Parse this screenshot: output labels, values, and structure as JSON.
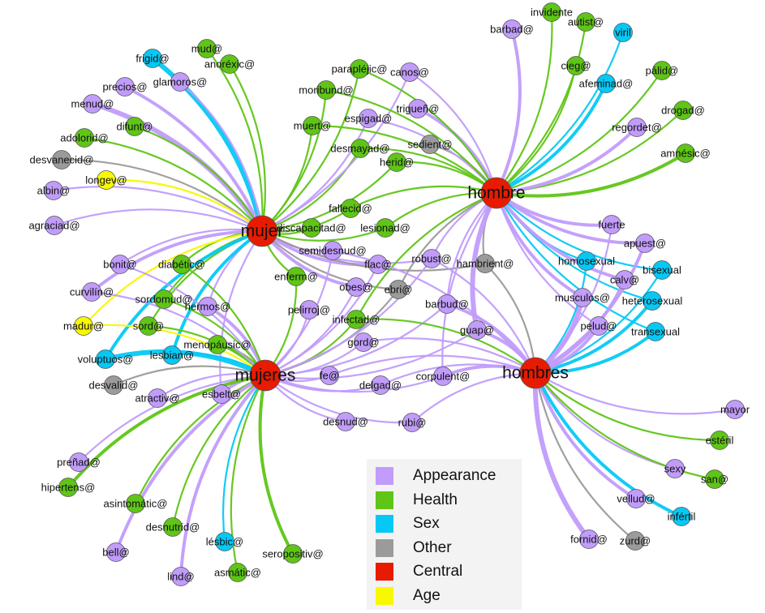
{
  "colors": {
    "Appearance": "#c19cfb",
    "Health": "#5fc516",
    "Sex": "#05c9f4",
    "Other": "#9b9b9b",
    "Central": "#e81b00",
    "Age": "#f8f800"
  },
  "legend": [
    {
      "label": "Appearance",
      "category": "Appearance"
    },
    {
      "label": "Health",
      "category": "Health"
    },
    {
      "label": "Sex",
      "category": "Sex"
    },
    {
      "label": "Other",
      "category": "Other"
    },
    {
      "label": "Central",
      "category": "Central"
    },
    {
      "label": "Age",
      "category": "Age"
    }
  ],
  "nodes": [
    {
      "id": "mujer",
      "category": "Central"
    },
    {
      "id": "hombre",
      "category": "Central"
    },
    {
      "id": "mujeres",
      "category": "Central"
    },
    {
      "id": "hombres",
      "category": "Central"
    },
    {
      "id": "frigid@",
      "category": "Sex"
    },
    {
      "id": "mud@",
      "category": "Health"
    },
    {
      "id": "anoréxic@",
      "category": "Health"
    },
    {
      "id": "glamoros@",
      "category": "Appearance"
    },
    {
      "id": "precios@",
      "category": "Appearance"
    },
    {
      "id": "menud@",
      "category": "Appearance"
    },
    {
      "id": "difunt@",
      "category": "Health"
    },
    {
      "id": "adolorid@",
      "category": "Health"
    },
    {
      "id": "desvanecid@",
      "category": "Other"
    },
    {
      "id": "longev@",
      "category": "Age"
    },
    {
      "id": "albin@",
      "category": "Appearance"
    },
    {
      "id": "agraciad@",
      "category": "Appearance"
    },
    {
      "id": "bonit@",
      "category": "Appearance"
    },
    {
      "id": "diabétic@",
      "category": "Health"
    },
    {
      "id": "curvilín@",
      "category": "Appearance"
    },
    {
      "id": "sordomud@",
      "category": "Health"
    },
    {
      "id": "hermos@",
      "category": "Appearance"
    },
    {
      "id": "madur@",
      "category": "Age"
    },
    {
      "id": "sord@",
      "category": "Health"
    },
    {
      "id": "menopáusic@",
      "category": "Health"
    },
    {
      "id": "lesbian@",
      "category": "Sex"
    },
    {
      "id": "voluptuos@",
      "category": "Sex"
    },
    {
      "id": "desvalid@",
      "category": "Other"
    },
    {
      "id": "atractiv@",
      "category": "Appearance"
    },
    {
      "id": "esbelt@",
      "category": "Appearance"
    },
    {
      "id": "preñad@",
      "category": "Appearance"
    },
    {
      "id": "hipertens@",
      "category": "Health"
    },
    {
      "id": "asintomátic@",
      "category": "Health"
    },
    {
      "id": "desnutrid@",
      "category": "Health"
    },
    {
      "id": "lésbic@",
      "category": "Sex"
    },
    {
      "id": "bell@",
      "category": "Appearance"
    },
    {
      "id": "seropositiv@",
      "category": "Health"
    },
    {
      "id": "asmátic@",
      "category": "Health"
    },
    {
      "id": "lind@",
      "category": "Appearance"
    },
    {
      "id": "parapléjic@",
      "category": "Health"
    },
    {
      "id": "canos@",
      "category": "Appearance"
    },
    {
      "id": "moribund@",
      "category": "Health"
    },
    {
      "id": "espigad@",
      "category": "Appearance"
    },
    {
      "id": "trigueñ@",
      "category": "Appearance"
    },
    {
      "id": "muert@",
      "category": "Health"
    },
    {
      "id": "desmayad@",
      "category": "Health"
    },
    {
      "id": "sedient@",
      "category": "Other"
    },
    {
      "id": "herid@",
      "category": "Health"
    },
    {
      "id": "fallecid@",
      "category": "Health"
    },
    {
      "id": "discapacitad@",
      "category": "Health"
    },
    {
      "id": "lesionad@",
      "category": "Health"
    },
    {
      "id": "semidesnud@",
      "category": "Appearance"
    },
    {
      "id": "flac@",
      "category": "Appearance"
    },
    {
      "id": "robust@",
      "category": "Appearance"
    },
    {
      "id": "hambrient@",
      "category": "Other"
    },
    {
      "id": "enferm@",
      "category": "Health"
    },
    {
      "id": "obes@",
      "category": "Appearance"
    },
    {
      "id": "ebri@",
      "category": "Other"
    },
    {
      "id": "pelirroj@",
      "category": "Appearance"
    },
    {
      "id": "barbud@",
      "category": "Appearance"
    },
    {
      "id": "infectad@",
      "category": "Health"
    },
    {
      "id": "guap@",
      "category": "Appearance"
    },
    {
      "id": "gord@",
      "category": "Appearance"
    },
    {
      "id": "fe@",
      "category": "Appearance"
    },
    {
      "id": "corpulent@",
      "category": "Appearance"
    },
    {
      "id": "delgad@",
      "category": "Appearance"
    },
    {
      "id": "desnud@",
      "category": "Appearance"
    },
    {
      "id": "rubi@",
      "category": "Appearance"
    },
    {
      "id": "barbad@",
      "category": "Appearance"
    },
    {
      "id": "invidente",
      "category": "Health"
    },
    {
      "id": "autist@",
      "category": "Health"
    },
    {
      "id": "viril",
      "category": "Sex"
    },
    {
      "id": "cieg@",
      "category": "Health"
    },
    {
      "id": "pálid@",
      "category": "Health"
    },
    {
      "id": "afeminad@",
      "category": "Sex"
    },
    {
      "id": "drogad@",
      "category": "Health"
    },
    {
      "id": "regordet@",
      "category": "Appearance"
    },
    {
      "id": "amnésic@",
      "category": "Health"
    },
    {
      "id": "fuerte",
      "category": "Appearance"
    },
    {
      "id": "apuest@",
      "category": "Appearance"
    },
    {
      "id": "homosexual",
      "category": "Sex"
    },
    {
      "id": "bisexual",
      "category": "Sex"
    },
    {
      "id": "calv@",
      "category": "Appearance"
    },
    {
      "id": "musculos@",
      "category": "Appearance"
    },
    {
      "id": "heterosexual",
      "category": "Sex"
    },
    {
      "id": "pelud@",
      "category": "Appearance"
    },
    {
      "id": "transexual",
      "category": "Sex"
    },
    {
      "id": "mayor",
      "category": "Appearance"
    },
    {
      "id": "estéril",
      "category": "Health"
    },
    {
      "id": "sexy",
      "category": "Appearance"
    },
    {
      "id": "san@",
      "category": "Health"
    },
    {
      "id": "vellud@",
      "category": "Appearance"
    },
    {
      "id": "infértil",
      "category": "Sex"
    },
    {
      "id": "fornid@",
      "category": "Appearance"
    },
    {
      "id": "zurd@",
      "category": "Other"
    }
  ],
  "edges": [
    [
      "mujer",
      "frigid@",
      3
    ],
    [
      "mujer",
      "mud@",
      1
    ],
    [
      "mujer",
      "anoréxic@",
      1
    ],
    [
      "mujer",
      "glamoros@",
      1
    ],
    [
      "mujer",
      "precios@",
      2
    ],
    [
      "mujer",
      "menud@",
      3
    ],
    [
      "mujer",
      "difunt@",
      1
    ],
    [
      "mujer",
      "adolorid@",
      1
    ],
    [
      "mujer",
      "desvanecid@",
      1
    ],
    [
      "mujer",
      "longev@",
      1
    ],
    [
      "mujer",
      "albin@",
      1
    ],
    [
      "mujer",
      "agraciad@",
      1
    ],
    [
      "mujer",
      "bonit@",
      1
    ],
    [
      "mujer",
      "diabétic@",
      1
    ],
    [
      "mujer",
      "curvilín@",
      2
    ],
    [
      "mujer",
      "sordomud@",
      1
    ],
    [
      "mujer",
      "hermos@",
      1
    ],
    [
      "mujer",
      "madur@",
      1
    ],
    [
      "mujer",
      "moribund@",
      1
    ],
    [
      "mujer",
      "muert@",
      1
    ],
    [
      "mujer",
      "parapléjic@",
      1
    ],
    [
      "mujer",
      "desmayad@",
      1
    ],
    [
      "mujer",
      "herid@",
      1
    ],
    [
      "mujer",
      "fallecid@",
      1
    ],
    [
      "mujer",
      "discapacitad@",
      1
    ],
    [
      "mujer",
      "lesionad@",
      1
    ],
    [
      "mujer",
      "semidesnud@",
      1
    ],
    [
      "mujer",
      "enferm@",
      1
    ],
    [
      "mujer",
      "obes@",
      2
    ],
    [
      "mujer",
      "flac@",
      2
    ],
    [
      "mujer",
      "robust@",
      1
    ],
    [
      "mujer",
      "ebri@",
      1
    ],
    [
      "mujer",
      "hambrient@",
      1
    ],
    [
      "mujer",
      "esbelt@",
      1
    ],
    [
      "mujer",
      "sord@",
      1
    ],
    [
      "mujer",
      "lesbian@",
      2
    ],
    [
      "mujer",
      "voluptuos@",
      2
    ],
    [
      "mujer",
      "espigad@",
      1
    ],
    [
      "mujer",
      "canos@",
      1
    ],
    [
      "mujeres",
      "hermos@",
      2
    ],
    [
      "mujeres",
      "madur@",
      1
    ],
    [
      "mujeres",
      "sord@",
      1
    ],
    [
      "mujeres",
      "menopáusic@",
      2
    ],
    [
      "mujeres",
      "lesbian@",
      1
    ],
    [
      "mujeres",
      "voluptuos@",
      3
    ],
    [
      "mujeres",
      "desvalid@",
      1
    ],
    [
      "mujeres",
      "atractiv@",
      1
    ],
    [
      "mujeres",
      "esbelt@",
      2
    ],
    [
      "mujeres",
      "preñad@",
      1
    ],
    [
      "mujeres",
      "hipertens@",
      2
    ],
    [
      "mujeres",
      "asintomátic@",
      1
    ],
    [
      "mujeres",
      "desnutrid@",
      1
    ],
    [
      "mujeres",
      "lésbic@",
      1
    ],
    [
      "mujeres",
      "bell@",
      2
    ],
    [
      "mujeres",
      "seropositiv@",
      2
    ],
    [
      "mujeres",
      "asmátic@",
      1
    ],
    [
      "mujeres",
      "lind@",
      2
    ],
    [
      "mujeres",
      "curvilín@",
      1
    ],
    [
      "mujeres",
      "bonit@",
      1
    ],
    [
      "mujeres",
      "sordomud@",
      1
    ],
    [
      "mujeres",
      "diabétic@",
      1
    ],
    [
      "mujeres",
      "fe@",
      1
    ],
    [
      "mujeres",
      "delgad@",
      1
    ],
    [
      "mujeres",
      "desnud@",
      1
    ],
    [
      "mujeres",
      "rubi@",
      1
    ],
    [
      "mujeres",
      "gord@",
      1
    ],
    [
      "mujeres",
      "corpulent@",
      1
    ],
    [
      "mujeres",
      "guap@",
      1
    ],
    [
      "mujeres",
      "pelirroj@",
      1
    ],
    [
      "mujeres",
      "infectad@",
      1
    ],
    [
      "mujeres",
      "enferm@",
      1
    ],
    [
      "mujeres",
      "obes@",
      1
    ],
    [
      "mujeres",
      "flac@",
      1
    ],
    [
      "mujeres",
      "semidesnud@",
      1
    ],
    [
      "mujeres",
      "ebri@",
      1
    ],
    [
      "mujeres",
      "barbud@",
      1
    ],
    [
      "mujeres",
      "robust@",
      1
    ],
    [
      "hombre",
      "barbad@",
      2
    ],
    [
      "hombre",
      "invidente",
      1
    ],
    [
      "hombre",
      "autist@",
      1
    ],
    [
      "hombre",
      "viril",
      1
    ],
    [
      "hombre",
      "cieg@",
      1
    ],
    [
      "hombre",
      "afeminad@",
      2
    ],
    [
      "hombre",
      "pálid@",
      1
    ],
    [
      "hombre",
      "drogad@",
      1
    ],
    [
      "hombre",
      "regordet@",
      2
    ],
    [
      "hombre",
      "amnésic@",
      2
    ],
    [
      "hombre",
      "trigueñ@",
      2
    ],
    [
      "hombre",
      "canos@",
      1
    ],
    [
      "hombre",
      "sedient@",
      1
    ],
    [
      "hombre",
      "espigad@",
      1
    ],
    [
      "hombre",
      "herid@",
      1
    ],
    [
      "hombre",
      "desmayad@",
      1
    ],
    [
      "hombre",
      "muert@",
      1
    ],
    [
      "hombre",
      "moribund@",
      1
    ],
    [
      "hombre",
      "parapléjic@",
      1
    ],
    [
      "hombre",
      "fallecid@",
      1
    ],
    [
      "hombre",
      "lesionad@",
      1
    ],
    [
      "hombre",
      "fuerte",
      2
    ],
    [
      "hombre",
      "apuest@",
      2
    ],
    [
      "hombre",
      "homosexual",
      1
    ],
    [
      "hombre",
      "bisexual",
      1
    ],
    [
      "hombre",
      "heterosexual",
      1
    ],
    [
      "hombre",
      "transexual",
      1
    ],
    [
      "hombre",
      "calv@",
      2
    ],
    [
      "hombre",
      "musculos@",
      2
    ],
    [
      "hombre",
      "hambrient@",
      1
    ],
    [
      "hombre",
      "robust@",
      1
    ],
    [
      "hombre",
      "guap@",
      3
    ],
    [
      "hombre",
      "barbud@",
      1
    ],
    [
      "hombre",
      "ebri@",
      1
    ],
    [
      "hombre",
      "corpulent@",
      1
    ],
    [
      "hombre",
      "infectad@",
      1
    ],
    [
      "hombre",
      "pelud@",
      1
    ],
    [
      "hombres",
      "fuerte",
      1
    ],
    [
      "hombres",
      "homosexual",
      1
    ],
    [
      "hombres",
      "bisexual",
      1
    ],
    [
      "hombres",
      "heterosexual",
      2
    ],
    [
      "hombres",
      "transexual",
      2
    ],
    [
      "hombres",
      "calv@",
      2
    ],
    [
      "hombres",
      "musculos@",
      3
    ],
    [
      "hombres",
      "pelud@",
      2
    ],
    [
      "hombres",
      "apuest@",
      2
    ],
    [
      "hombres",
      "mayor",
      1
    ],
    [
      "hombres",
      "estéril",
      1
    ],
    [
      "hombres",
      "sexy",
      1
    ],
    [
      "hombres",
      "san@",
      1
    ],
    [
      "hombres",
      "vellud@",
      2
    ],
    [
      "hombres",
      "infértil",
      2
    ],
    [
      "hombres",
      "fornid@",
      3
    ],
    [
      "hombres",
      "zurd@",
      1
    ],
    [
      "hombres",
      "hambrient@",
      1
    ],
    [
      "hombres",
      "guap@",
      2
    ],
    [
      "hombres",
      "corpulent@",
      2
    ],
    [
      "hombres",
      "barbud@",
      2
    ],
    [
      "hombres",
      "robust@",
      1
    ],
    [
      "hombres",
      "delgad@",
      1
    ],
    [
      "hombres",
      "gord@",
      1
    ],
    [
      "hombres",
      "rubi@",
      1
    ],
    [
      "hombres",
      "fe@",
      1
    ],
    [
      "hombres",
      "infectad@",
      1
    ],
    [
      "hombres",
      "semidesnud@",
      1
    ]
  ]
}
